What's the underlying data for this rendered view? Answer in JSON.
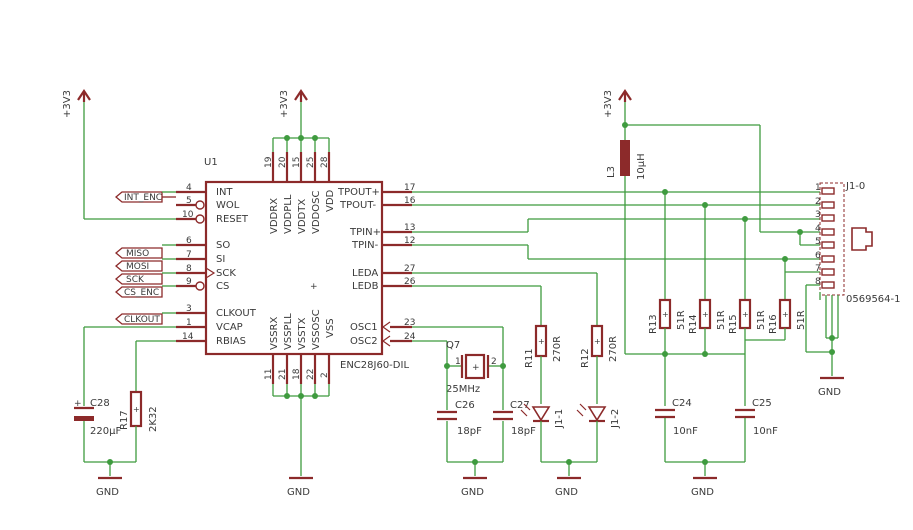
{
  "power": {
    "v33": "+3V3",
    "gnd": "GND"
  },
  "u1": {
    "ref": "U1",
    "name": "ENC28J60-DIL",
    "left_pins": [
      {
        "num": "4",
        "name": "INT"
      },
      {
        "num": "5",
        "name": "WOL"
      },
      {
        "num": "10",
        "name": "RESET"
      },
      {
        "num": "6",
        "name": "SO"
      },
      {
        "num": "7",
        "name": "SI"
      },
      {
        "num": "8",
        "name": "SCK"
      },
      {
        "num": "9",
        "name": "CS"
      },
      {
        "num": "3",
        "name": "CLKOUT"
      },
      {
        "num": "1",
        "name": "VCAP"
      },
      {
        "num": "14",
        "name": "RBIAS"
      }
    ],
    "right_pins": [
      {
        "num": "17",
        "name": "TPOUT+"
      },
      {
        "num": "16",
        "name": "TPOUT-"
      },
      {
        "num": "13",
        "name": "TPIN+"
      },
      {
        "num": "12",
        "name": "TPIN-"
      },
      {
        "num": "27",
        "name": "LEDA"
      },
      {
        "num": "26",
        "name": "LEDB"
      },
      {
        "num": "23",
        "name": "OSC1"
      },
      {
        "num": "24",
        "name": "OSC2"
      }
    ],
    "top_pins": [
      {
        "num": "19",
        "name": "VDDRX"
      },
      {
        "num": "20",
        "name": "VDDPLL"
      },
      {
        "num": "15",
        "name": "VDDTX"
      },
      {
        "num": "25",
        "name": "VDDOSC"
      },
      {
        "num": "28",
        "name": "VDD"
      }
    ],
    "bottom_pins": [
      {
        "num": "11",
        "name": "VSSRX"
      },
      {
        "num": "21",
        "name": "VSSPLL"
      },
      {
        "num": "18",
        "name": "VSSTX"
      },
      {
        "num": "22",
        "name": "VSSOSC"
      },
      {
        "num": "2",
        "name": "VSS"
      }
    ]
  },
  "nets": [
    "INT_ENC",
    "MISO",
    "MOSI",
    "SCK",
    "CS_ENC",
    "CLKOUT"
  ],
  "parts": {
    "c28": {
      "ref": "C28",
      "value": "220µF"
    },
    "r17": {
      "ref": "R17",
      "value": "2K32"
    },
    "q7": {
      "ref": "Q7",
      "value": "25MHz",
      "pin1": "1",
      "pin2": "2"
    },
    "c26": {
      "ref": "C26",
      "value": "18pF"
    },
    "c27": {
      "ref": "C27",
      "value": "18pF"
    },
    "r11": {
      "ref": "R11",
      "value": "270R"
    },
    "r12": {
      "ref": "R12",
      "value": "270R"
    },
    "led1": {
      "ref": "J1-1"
    },
    "led2": {
      "ref": "J1-2"
    },
    "l3": {
      "ref": "L3",
      "value": "10µH"
    },
    "r13": {
      "ref": "R13",
      "value": "51R"
    },
    "r14": {
      "ref": "R14",
      "value": "51R"
    },
    "r15": {
      "ref": "R15",
      "value": "51R"
    },
    "r16": {
      "ref": "R16",
      "value": "51R"
    },
    "c24": {
      "ref": "C24",
      "value": "10nF"
    },
    "c25": {
      "ref": "C25",
      "value": "10nF"
    }
  },
  "j1": {
    "ref": "J1-0",
    "part": "0569564-1",
    "pins": [
      "1",
      "2",
      "3",
      "4",
      "5",
      "6",
      "7",
      "8"
    ]
  }
}
